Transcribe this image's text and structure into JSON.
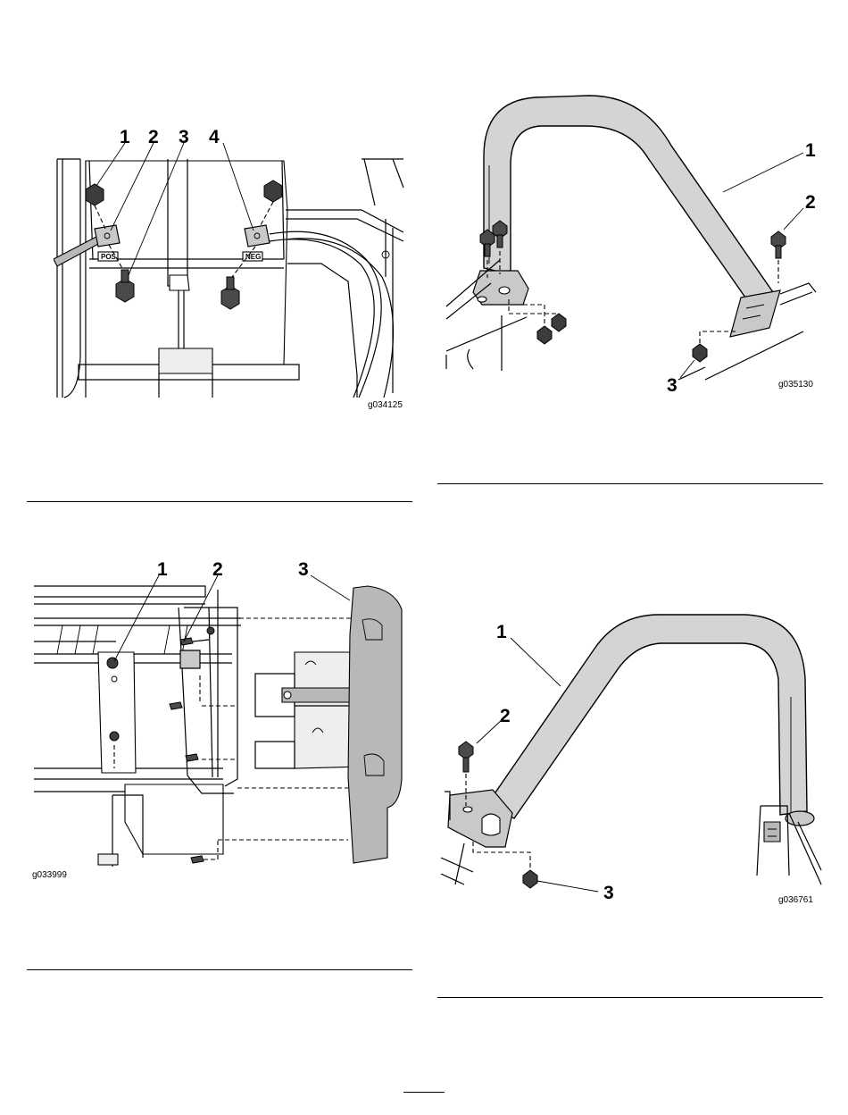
{
  "figures": [
    {
      "id": "battery-cables",
      "code": "g034125",
      "callouts": [
        "1",
        "2",
        "3",
        "4"
      ],
      "terminal_labels": [
        "POS",
        "NEG"
      ]
    },
    {
      "id": "rear-rollbar-bolts",
      "code": "g035130",
      "callouts": [
        "1",
        "2",
        "3"
      ]
    },
    {
      "id": "battery-cover-assembly",
      "code": "g033999",
      "callouts": [
        "1",
        "2",
        "3"
      ]
    },
    {
      "id": "front-rollbar-bolts",
      "code": "g036761",
      "callouts": [
        "1",
        "2",
        "3"
      ]
    }
  ]
}
